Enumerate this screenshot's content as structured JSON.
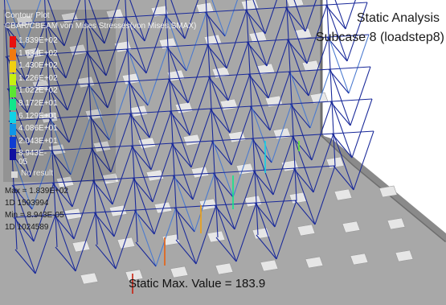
{
  "header": {
    "analysis": "Static Analysis",
    "subcase": "Subcase 8 (loadstep8)"
  },
  "legend": {
    "title": "Contour Plot",
    "subtitle": "CBAR/CBEAM von Mises Stresses(von Mises,SMAX)",
    "entries": [
      {
        "label": "1.839E+02",
        "color": "#e81010"
      },
      {
        "label": "1.634E+02",
        "color": "#f07a10"
      },
      {
        "label": "1.430E+02",
        "color": "#f0d010"
      },
      {
        "label": "1.226E+02",
        "color": "#c8f010"
      },
      {
        "label": "1.022E+02",
        "color": "#5ae632"
      },
      {
        "label": "8.172E+01",
        "color": "#10e68c"
      },
      {
        "label": "6.129E+01",
        "color": "#10d2e6"
      },
      {
        "label": "4.086E+01",
        "color": "#1096e6"
      },
      {
        "label": "2.043E+01",
        "color": "#103cd2"
      },
      {
        "label": "8.943E-05",
        "color": "#1010a0"
      }
    ],
    "no_result": "No result"
  },
  "stats": {
    "max": "Max = 1.839E+02",
    "max_id": "1D 1593994",
    "min": "Min = 8.943E-05",
    "min_id": "1D 1024589"
  },
  "footer": {
    "label": "Static Max. Value =  183.9"
  },
  "colors": {
    "plate": "#a8a8a8",
    "plate_edge": "#6e6e6e",
    "truss": "#1a2a9a",
    "truss_light": "#4a7ad0",
    "boss": "#e6e6e6"
  }
}
